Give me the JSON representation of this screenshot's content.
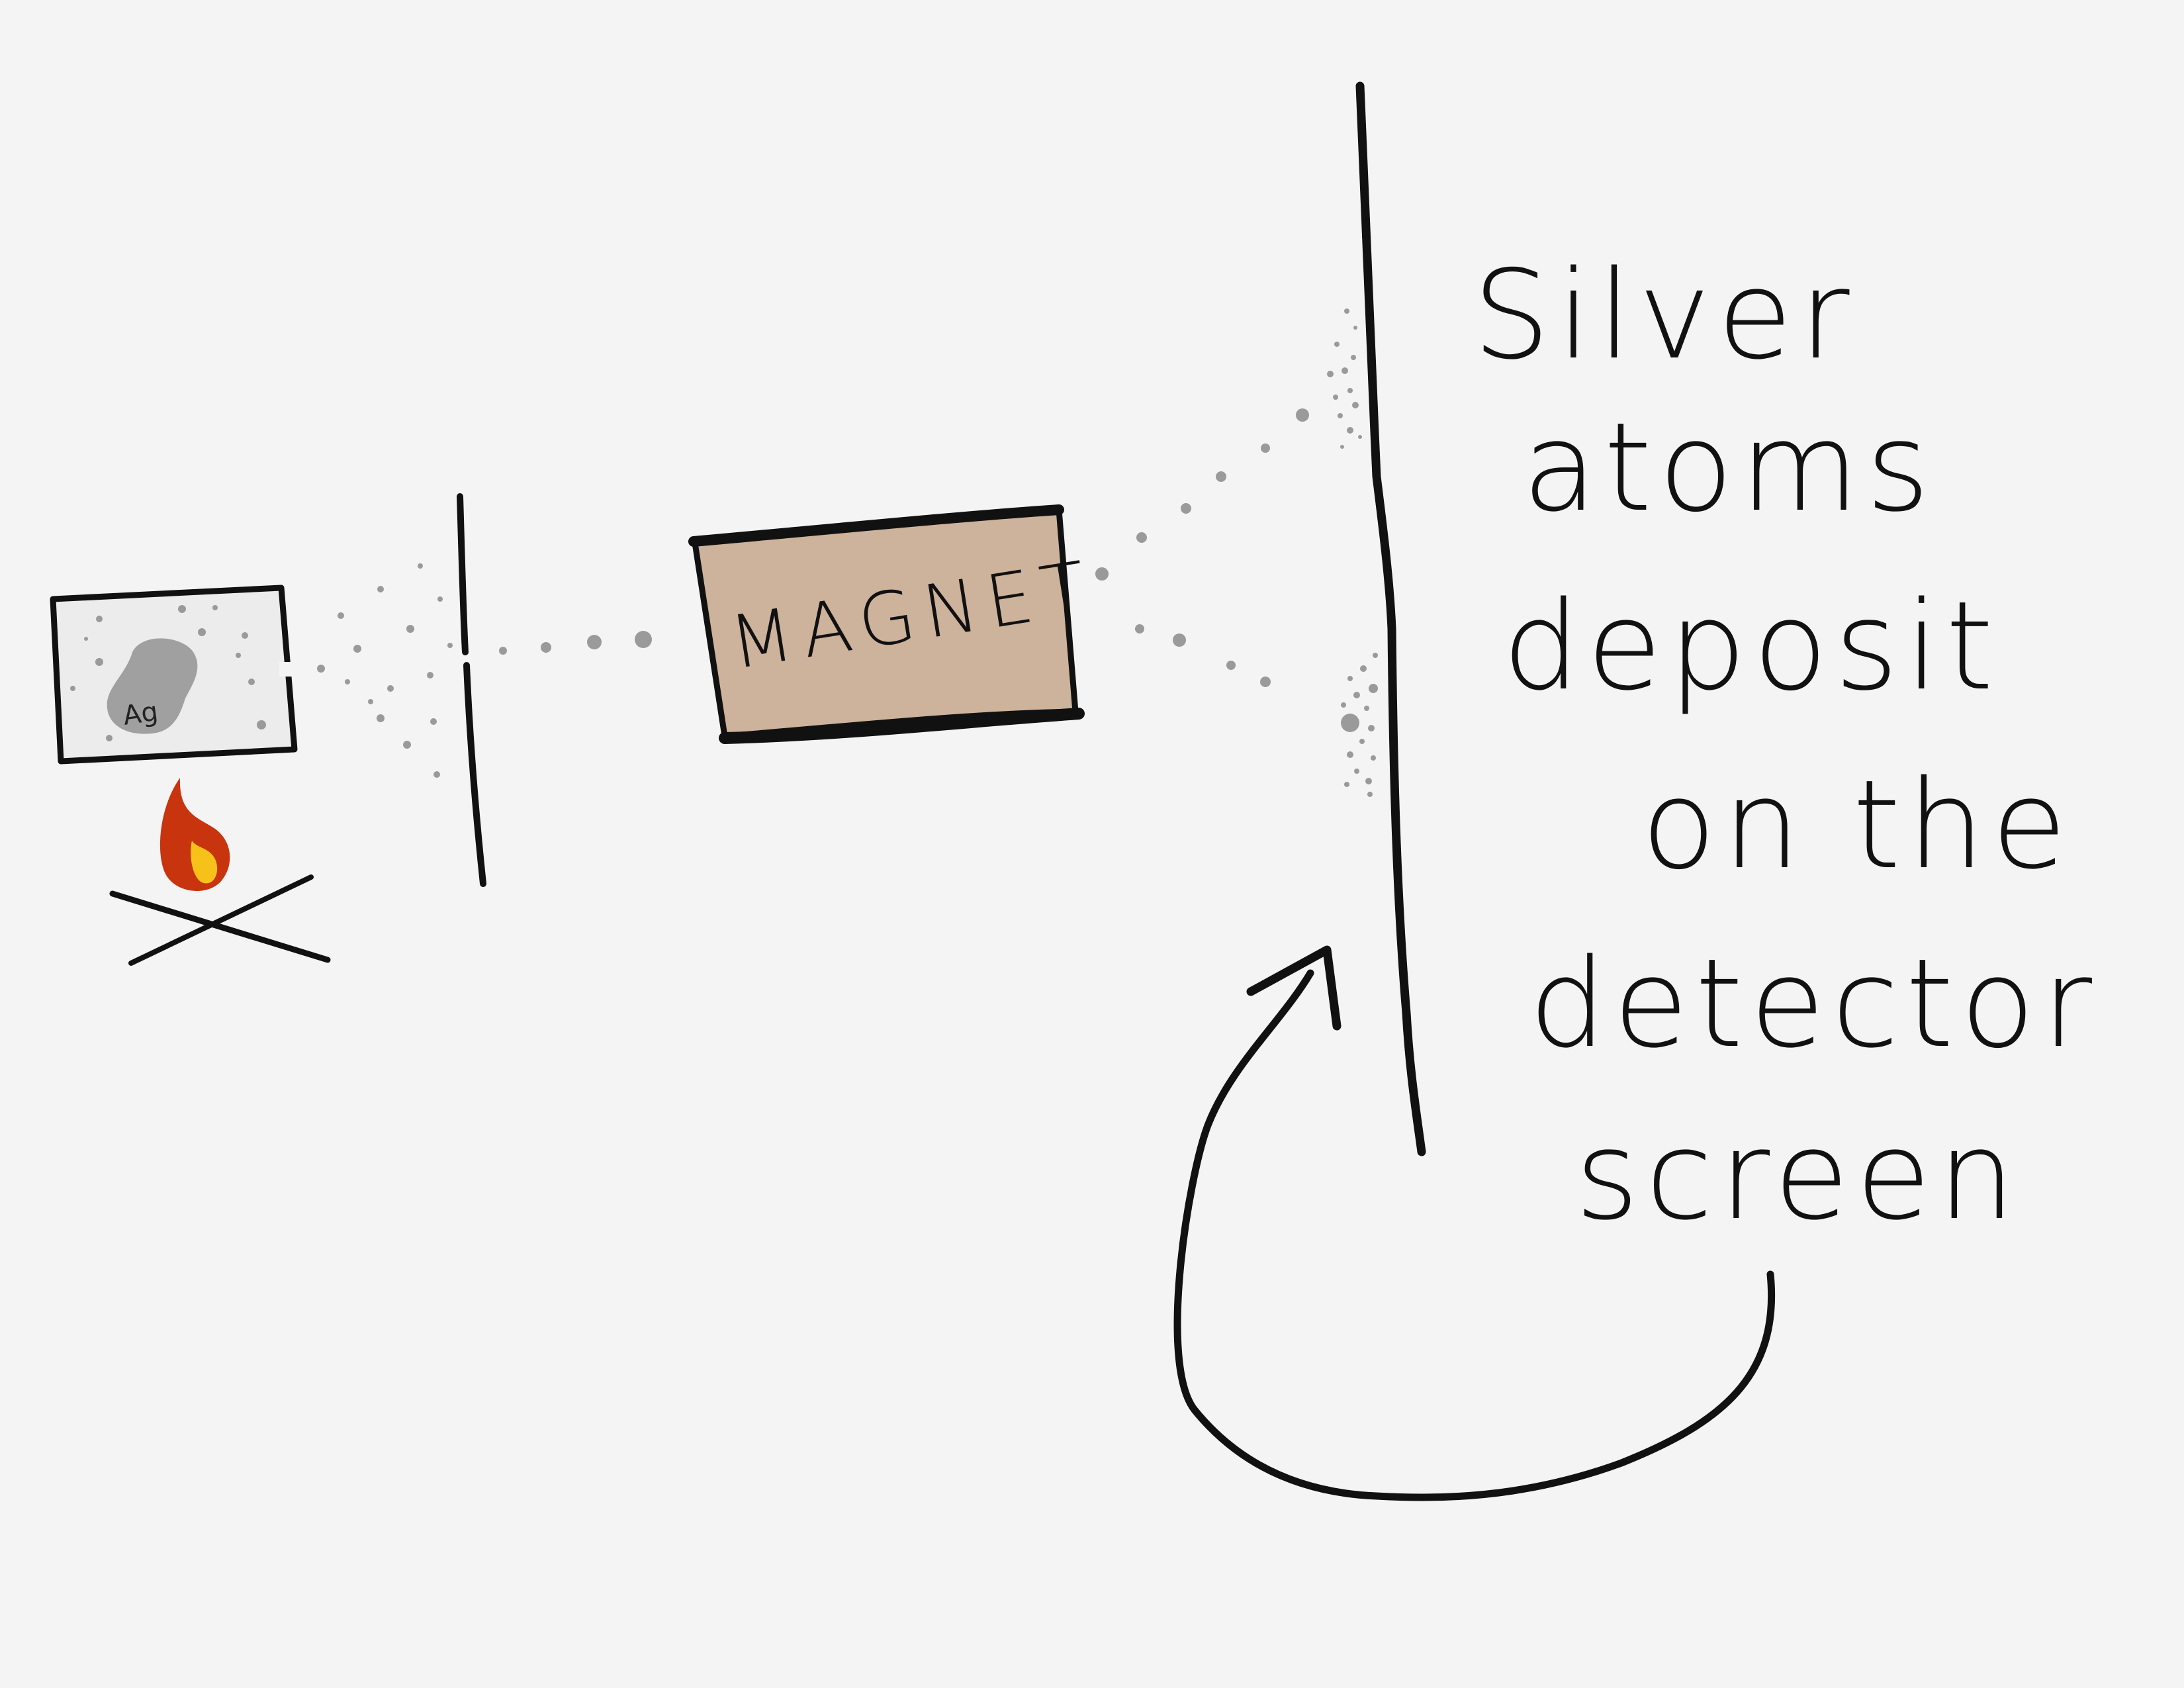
{
  "oven": {
    "label": "Ag"
  },
  "magnet": {
    "label": "MAGNET"
  },
  "caption": {
    "lines": [
      "Silver",
      "atoms",
      "deposit",
      "on the",
      "detector",
      "screen"
    ]
  },
  "colors": {
    "background": "#f4f4f4",
    "ink": "#111111",
    "magnet_fill": "#cdb29c",
    "silver": "#9a9a9a",
    "flame_outer": "#c8340e",
    "flame_inner": "#f6c21a"
  },
  "icons": [
    "flame-icon",
    "arrow-icon"
  ]
}
